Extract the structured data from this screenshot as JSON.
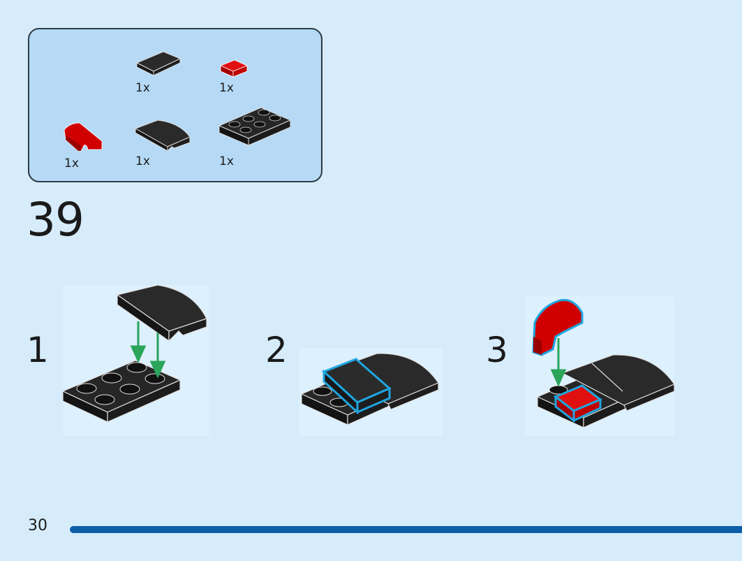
{
  "parts_list": {
    "items": [
      {
        "name": "black tile 1x2",
        "qty": "1x"
      },
      {
        "name": "red tile 1x1",
        "qty": "1x"
      },
      {
        "name": "red slope",
        "qty": "1x"
      },
      {
        "name": "black curved slope",
        "qty": "1x"
      },
      {
        "name": "black plate 2x3",
        "qty": "1x"
      }
    ]
  },
  "step": {
    "number": "39",
    "substeps": [
      {
        "label": "1"
      },
      {
        "label": "2"
      },
      {
        "label": "3"
      }
    ]
  },
  "footer": {
    "page_number": "30"
  },
  "colors": {
    "background": "#d6ecfb",
    "parts_box": "#b6daf5",
    "brick_black": "#222222",
    "brick_red": "#cc0000",
    "highlight": "#1fa6e0",
    "arrow": "#2aa55a",
    "progress": "#0b5ea8"
  }
}
